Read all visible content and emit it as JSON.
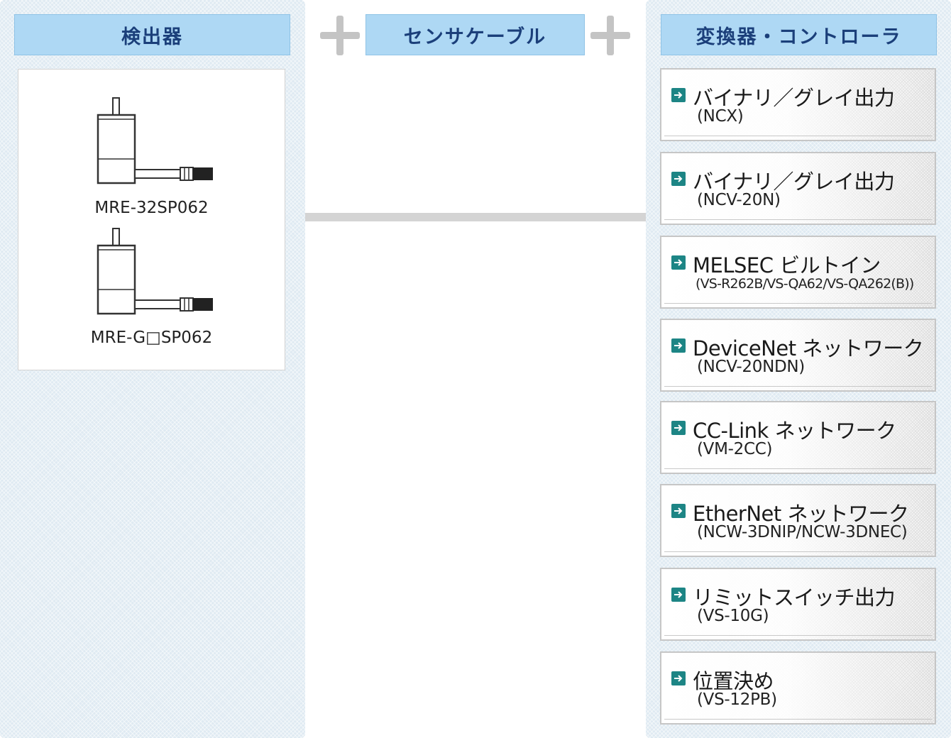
{
  "columns": {
    "detector": {
      "title": "検出器"
    },
    "cable": {
      "title": "センサケーブル"
    },
    "converter": {
      "title": "変換器・コントローラ"
    }
  },
  "detectors": [
    {
      "model": "MRE-32SP062"
    },
    {
      "model": "MRE-G□SP062"
    }
  ],
  "converters": [
    {
      "title": "バイナリ／グレイ出力",
      "model": "(NCX)"
    },
    {
      "title": "バイナリ／グレイ出力",
      "model": "(NCV-20N)"
    },
    {
      "title": "MELSEC ビルトイン",
      "model": "(VS-R262B/VS-QA62/VS-QA262(B))"
    },
    {
      "title": "DeviceNet ネットワーク",
      "model": "(NCV-20NDN)"
    },
    {
      "title": "CC-Link ネットワーク",
      "model": "(VM-2CC)"
    },
    {
      "title": "EtherNet ネットワーク",
      "model": "(NCW-3DNIP/NCW-3DNEC)"
    },
    {
      "title": "リミットスイッチ出力",
      "model": "(VS-10G)"
    },
    {
      "title": "位置決め",
      "model": "(VS-12PB)"
    }
  ],
  "icons": {
    "plus": "plus-icon",
    "arrow": "arrow-right-icon",
    "sensor": "sensor-device-icon"
  },
  "colors": {
    "header_bg": "#aed8f4",
    "header_text": "#1b3f7a",
    "arrow_icon": "#1d8585",
    "panel_bg": "#dfeaf2"
  }
}
